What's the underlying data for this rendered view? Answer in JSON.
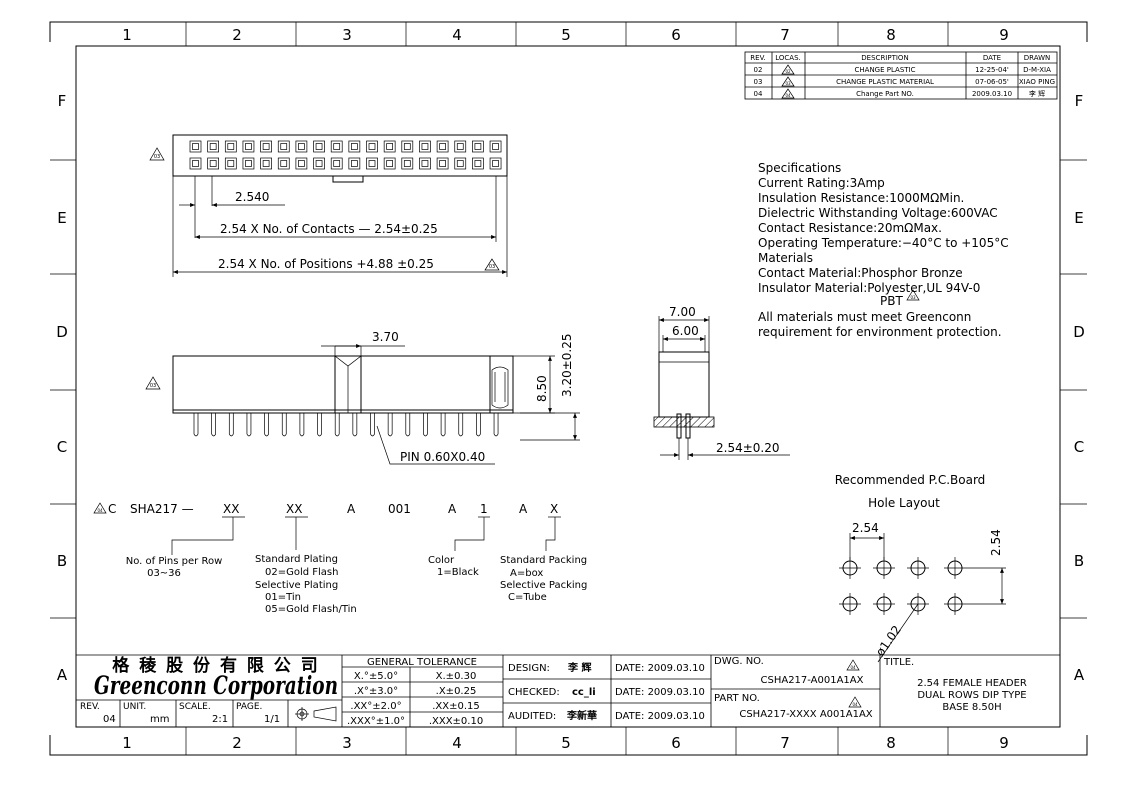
{
  "border": {
    "cols": [
      "1",
      "2",
      "3",
      "4",
      "5",
      "6",
      "7",
      "8",
      "9"
    ],
    "rows": [
      "F",
      "E",
      "D",
      "C",
      "B",
      "A"
    ]
  },
  "revision_table": {
    "headers": [
      "REV.",
      "LOCAS.",
      "DESCRIPTION",
      "DATE",
      "DRAWN"
    ],
    "rows": [
      {
        "rev": "02",
        "desc": "CHANGE PLASTIC",
        "date": "12-25-04'",
        "drawn": "D-M-XIA"
      },
      {
        "rev": "03",
        "desc": "CHANGE PLASTIC MATERIAL",
        "date": "07-06-05'",
        "drawn": "XIAO PING"
      },
      {
        "rev": "04",
        "desc": "Change Part NO.",
        "date": "2009.03.10",
        "drawn": "李 辉"
      }
    ]
  },
  "dims": {
    "pitch": "2.540",
    "contacts": "2.54 X No. of Contacts — 2.54±0.25",
    "positions": "2.54 X No. of Positions +4.88 ±0.25",
    "w370": "3.70",
    "h850": "8.50",
    "h320": "3.20±0.25",
    "pin": "PIN 0.60X0.40",
    "w700": "7.00",
    "w600": "6.00",
    "p254": "2.54±0.20",
    "hole_x": "2.54",
    "hole_y": "2.54",
    "hole_d": "ø1.02"
  },
  "specs": [
    "Specifications",
    "Current Rating:3Amp",
    "Insulation Resistance:1000MΩMin.",
    "Dielectric Withstanding Voltage:600VAC",
    "Contact Resistance:20mΩMax.",
    "Operating Temperature:−40°C to +105°C",
    "Materials",
    "Contact Material:Phosphor Bronze",
    "Insulator Material:Polyester,UL 94V-0",
    "PBT",
    "All materials must meet Greenconn",
    "requirement for environment protection."
  ],
  "pcb": {
    "title1": "Recommended P.C.Board",
    "title2": "Hole Layout"
  },
  "part_code": {
    "c": "C",
    "base": "SHA217 —",
    "f1": "XX",
    "f2": "XX",
    "f3": "A",
    "f4": "001",
    "f5": "A",
    "f6": "1",
    "f7": "A",
    "f8": "X"
  },
  "legend": {
    "pins": [
      "No. of Pins per Row",
      "03~36"
    ],
    "plating": [
      "Standard Plating",
      "02=Gold Flash",
      "Selective Plating",
      "01=Tin",
      "05=Gold Flash/Tin"
    ],
    "color": [
      "Color",
      "1=Black"
    ],
    "packing": [
      "Standard Packing",
      "A=box",
      "Selective Packing",
      "C=Tube"
    ]
  },
  "title_block": {
    "company_cn": "格 稜 股 份 有 限 公 司",
    "company_en": "Greenconn Corporation",
    "rev_label": "REV.",
    "rev_value": "04",
    "unit_label": "UNIT.",
    "unit_value": "mm",
    "scale_label": "SCALE.",
    "scale_value": "2:1",
    "page_label": "PAGE.",
    "page_value": "1/1",
    "tol_title": "GENERAL TOLERANCE",
    "tol": [
      [
        "X.°±5.0°",
        "X.±0.30"
      ],
      [
        ".X°±3.0°",
        ".X±0.25"
      ],
      [
        ".XX°±2.0°",
        ".XX±0.15"
      ],
      [
        ".XXX°±1.0°",
        ".XXX±0.10"
      ]
    ],
    "design_label": "DESIGN:",
    "design_value": "李 辉",
    "checked_label": "CHECKED:",
    "checked_value": "cc_li",
    "audited_label": "AUDITED:",
    "audited_value": "李新華",
    "date1": "DATE: 2009.03.10",
    "date2": "DATE: 2009.03.10",
    "date3": "DATE: 2009.03.10",
    "dwg_label": "DWG. NO.",
    "dwg_value": "CSHA217-A001A1AX",
    "part_label": "PART NO.",
    "part_value": "CSHA217-XXXX A001A1AX",
    "title_label": "TITLE.",
    "title_lines": [
      "2.54 FEMALE HEADER",
      "DUAL ROWS DIP TYPE",
      "BASE 8.50H"
    ]
  },
  "rev_marks": {
    "r02": "02",
    "r03": "03",
    "r04": "04"
  }
}
